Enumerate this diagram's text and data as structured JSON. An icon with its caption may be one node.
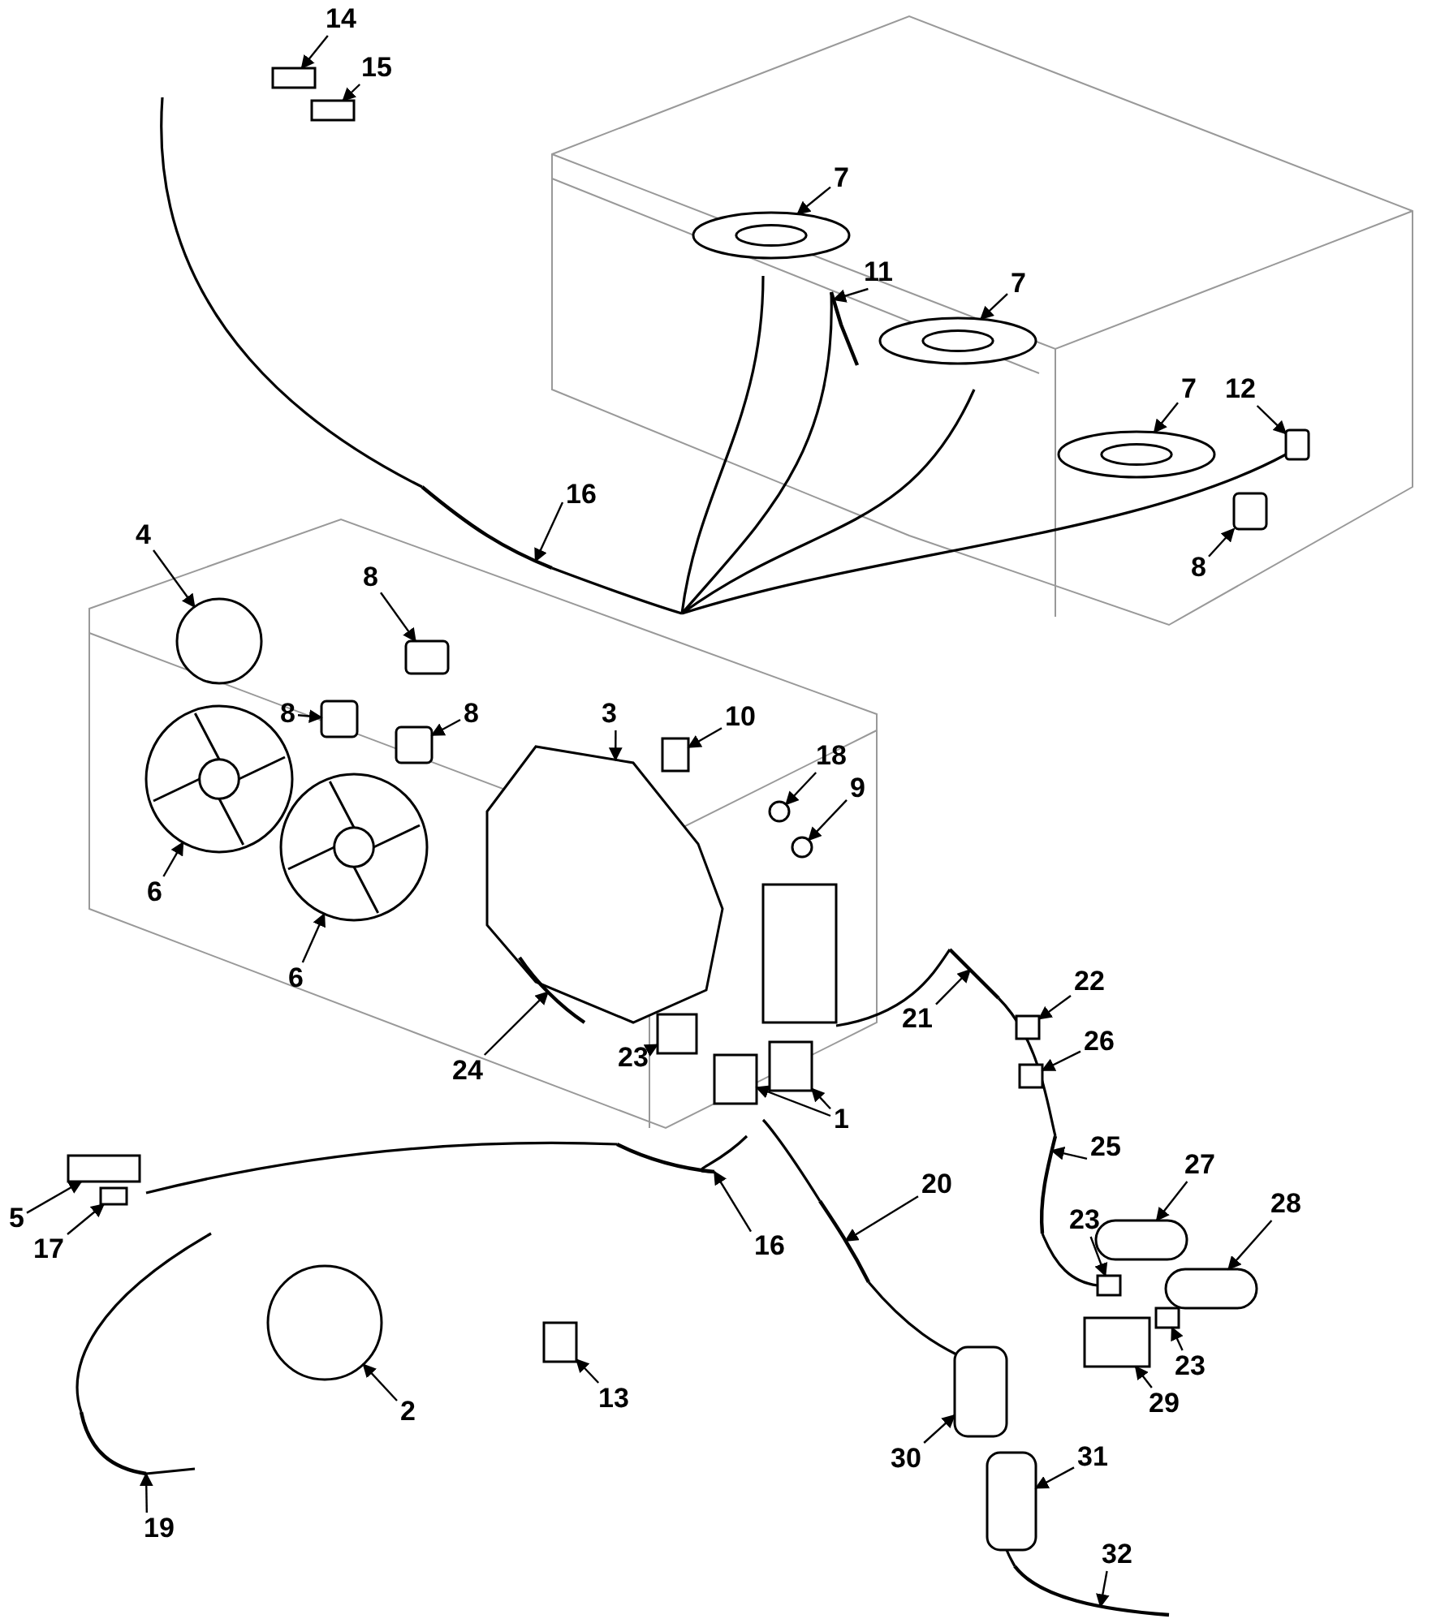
{
  "diagram": {
    "nodes": [
      {
        "text": [
          "14"
        ]
      },
      {
        "text": [
          "15"
        ]
      },
      {
        "text": [
          "7"
        ]
      },
      {
        "text": [
          "11"
        ]
      },
      {
        "text": [
          "7"
        ]
      },
      {
        "text": [
          "12"
        ]
      },
      {
        "text": [
          "7"
        ]
      },
      {
        "text": [
          "16"
        ]
      },
      {
        "text": [
          "4"
        ]
      },
      {
        "text": [
          "8"
        ]
      },
      {
        "text": [
          "3"
        ]
      },
      {
        "text": [
          "10"
        ]
      },
      {
        "text": [
          "18"
        ]
      },
      {
        "text": [
          "9"
        ]
      },
      {
        "text": [
          "8"
        ]
      },
      {
        "text": [
          "8"
        ]
      },
      {
        "text": [
          "8"
        ]
      },
      {
        "text": [
          "6"
        ]
      },
      {
        "text": [
          "6"
        ]
      },
      {
        "text": [
          "22"
        ]
      },
      {
        "text": [
          "21"
        ]
      },
      {
        "text": [
          "26"
        ]
      },
      {
        "text": [
          "24"
        ]
      },
      {
        "text": [
          "23"
        ]
      },
      {
        "text": [
          "1"
        ]
      },
      {
        "text": [
          "25"
        ]
      },
      {
        "text": [
          "20"
        ]
      },
      {
        "text": [
          "27"
        ]
      },
      {
        "text": [
          "28"
        ]
      },
      {
        "text": [
          "5"
        ]
      },
      {
        "text": [
          "17"
        ]
      },
      {
        "text": [
          "16"
        ]
      },
      {
        "text": [
          "23"
        ]
      },
      {
        "text": [
          "23"
        ]
      },
      {
        "text": [
          "2"
        ]
      },
      {
        "text": [
          "13"
        ]
      },
      {
        "text": [
          "29"
        ]
      },
      {
        "text": [
          "30"
        ]
      },
      {
        "text": [
          "31"
        ]
      },
      {
        "text": [
          "19"
        ]
      },
      {
        "text": [
          "32"
        ]
      },
      {
        "text": [],
        "shape": "box"
      },
      {
        "text": [],
        "shape": "box"
      },
      {
        "text": [],
        "shape": "picture"
      },
      {
        "text": [],
        "shape": "picture"
      },
      {
        "text": [],
        "shape": "picture"
      },
      {
        "text": [],
        "shape": "box"
      },
      {
        "text": [],
        "shape": "picture"
      },
      {
        "text": [],
        "shape": "picture"
      },
      {
        "text": [],
        "shape": "circle"
      },
      {
        "text": [],
        "shape": "box"
      },
      {
        "text": [],
        "shape": "picture"
      },
      {
        "text": [],
        "shape": "box"
      },
      {
        "text": [],
        "shape": "circle"
      },
      {
        "text": [],
        "shape": "circle"
      },
      {
        "text": [],
        "shape": "box"
      },
      {
        "text": [],
        "shape": "box"
      },
      {
        "text": [],
        "shape": "box"
      },
      {
        "text": [],
        "shape": "picture"
      },
      {
        "text": [],
        "shape": "picture"
      },
      {
        "text": [],
        "shape": "box"
      },
      {
        "text": [],
        "shape": "picture"
      },
      {
        "text": [],
        "shape": "box"
      },
      {
        "text": [],
        "shape": "picture"
      },
      {
        "text": [],
        "shape": "box"
      },
      {
        "text": [],
        "shape": "box"
      },
      {
        "text": [],
        "shape": "box"
      },
      {
        "text": [],
        "shape": "picture"
      },
      {
        "text": [],
        "shape": "picture"
      },
      {
        "text": [],
        "shape": "box"
      },
      {
        "text": [],
        "shape": "box"
      },
      {
        "text": [],
        "shape": "box"
      },
      {
        "text": [],
        "shape": "box"
      },
      {
        "text": [],
        "shape": "picture"
      },
      {
        "text": [],
        "shape": "box"
      },
      {
        "text": [],
        "shape": "box"
      },
      {
        "text": [],
        "shape": "circle"
      },
      {
        "text": [],
        "shape": "box"
      },
      {
        "text": [],
        "shape": "box"
      },
      {
        "text": [],
        "shape": "box"
      },
      {
        "text": [],
        "shape": "box"
      },
      {
        "text": [],
        "shape": "picture"
      },
      {
        "text": [],
        "shape": "picture"
      }
    ],
    "edges": [
      {
        "from": 0,
        "to": 41,
        "arrow": "to"
      },
      {
        "from": 1,
        "to": 42,
        "arrow": "to"
      },
      {
        "from": 2,
        "to": 43,
        "arrow": "to"
      },
      {
        "from": 3,
        "to": 44,
        "arrow": "to"
      },
      {
        "from": 4,
        "to": 45,
        "arrow": "to"
      },
      {
        "from": 5,
        "to": 46,
        "arrow": "to"
      },
      {
        "from": 6,
        "to": 47,
        "arrow": "to"
      },
      {
        "from": 7,
        "to": 48,
        "arrow": "to"
      },
      {
        "from": 8,
        "to": 49,
        "arrow": "to"
      },
      {
        "from": 9,
        "to": 50,
        "arrow": "to"
      },
      {
        "from": 10,
        "to": 51,
        "arrow": "to"
      },
      {
        "from": 11,
        "to": 52,
        "arrow": "to"
      },
      {
        "from": 12,
        "to": 53,
        "arrow": "to"
      },
      {
        "from": 13,
        "to": 54,
        "arrow": "to"
      },
      {
        "from": 14,
        "to": 55,
        "arrow": "to"
      },
      {
        "from": 15,
        "to": 56,
        "arrow": "to"
      },
      {
        "from": 16,
        "to": 57,
        "arrow": "to"
      },
      {
        "from": 17,
        "to": 58,
        "arrow": "to"
      },
      {
        "from": 18,
        "to": 59,
        "arrow": "to"
      },
      {
        "from": 19,
        "to": 60,
        "arrow": "to"
      },
      {
        "from": 20,
        "to": 61,
        "arrow": "to"
      },
      {
        "from": 21,
        "to": 62,
        "arrow": "to"
      },
      {
        "from": 22,
        "to": 63,
        "arrow": "to"
      },
      {
        "from": 23,
        "to": 64,
        "arrow": "to"
      },
      {
        "from": 24,
        "to": 65,
        "arrow": "to"
      },
      {
        "from": 24,
        "to": 66,
        "arrow": "to"
      },
      {
        "from": 25,
        "to": 67,
        "arrow": "to"
      },
      {
        "from": 26,
        "to": 68,
        "arrow": "to"
      },
      {
        "from": 27,
        "to": 69,
        "arrow": "to"
      },
      {
        "from": 28,
        "to": 70,
        "arrow": "to"
      },
      {
        "from": 29,
        "to": 71,
        "arrow": "to"
      },
      {
        "from": 30,
        "to": 72,
        "arrow": "to"
      },
      {
        "from": 31,
        "to": 73,
        "arrow": "to"
      },
      {
        "from": 32,
        "to": 74,
        "arrow": "to"
      },
      {
        "from": 33,
        "to": 75,
        "arrow": "to"
      },
      {
        "from": 34,
        "to": 76,
        "arrow": "to"
      },
      {
        "from": 35,
        "to": 77,
        "arrow": "to"
      },
      {
        "from": 36,
        "to": 78,
        "arrow": "to"
      },
      {
        "from": 37,
        "to": 79,
        "arrow": "to"
      },
      {
        "from": 38,
        "to": 80,
        "arrow": "to"
      },
      {
        "from": 39,
        "to": 81,
        "arrow": "to"
      },
      {
        "from": 40,
        "to": 82,
        "arrow": "to"
      }
    ]
  }
}
